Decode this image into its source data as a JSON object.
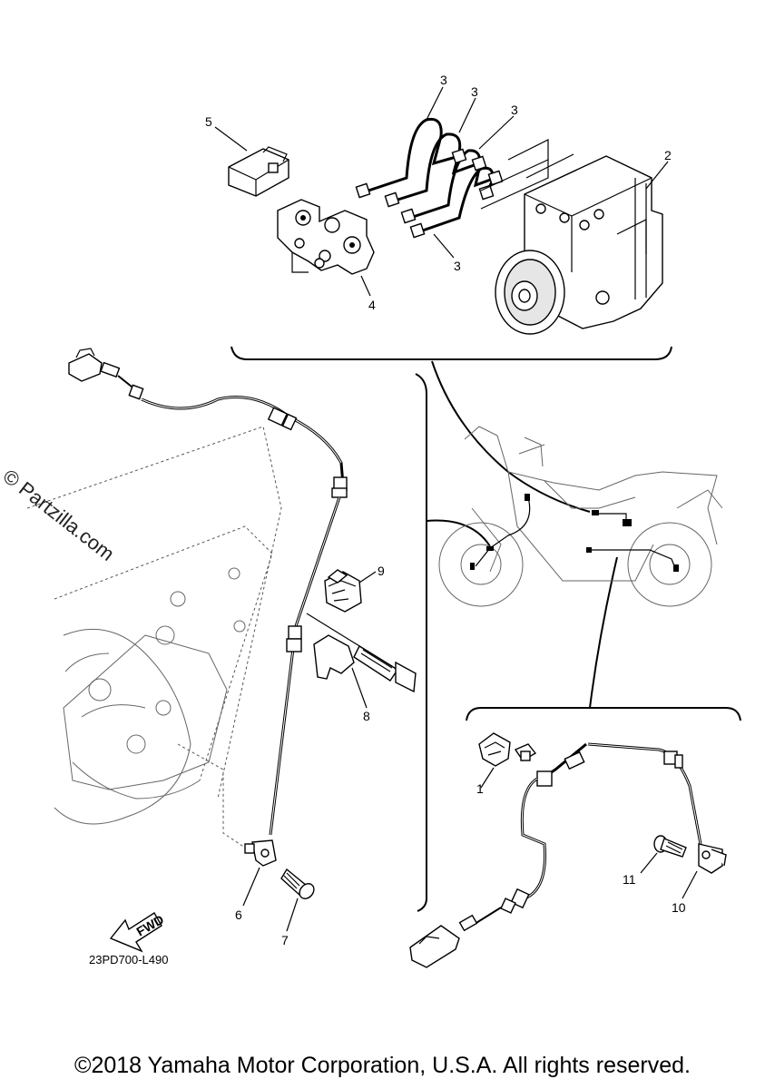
{
  "watermark": "© Partzilla.com",
  "diagram_code": "23PD700-L490",
  "fwd_arrow_label": "FWD",
  "copyright": "©2018 Yamaha Motor Corporation, U.S.A. All rights reserved.",
  "callouts": {
    "c1": "1",
    "c2": "2",
    "c3a": "3",
    "c3b": "3",
    "c3c": "3",
    "c3d": "3",
    "c4": "4",
    "c5": "5",
    "c6": "6",
    "c7": "7",
    "c8": "8",
    "c9": "9",
    "c10": "10",
    "c11": "11"
  }
}
